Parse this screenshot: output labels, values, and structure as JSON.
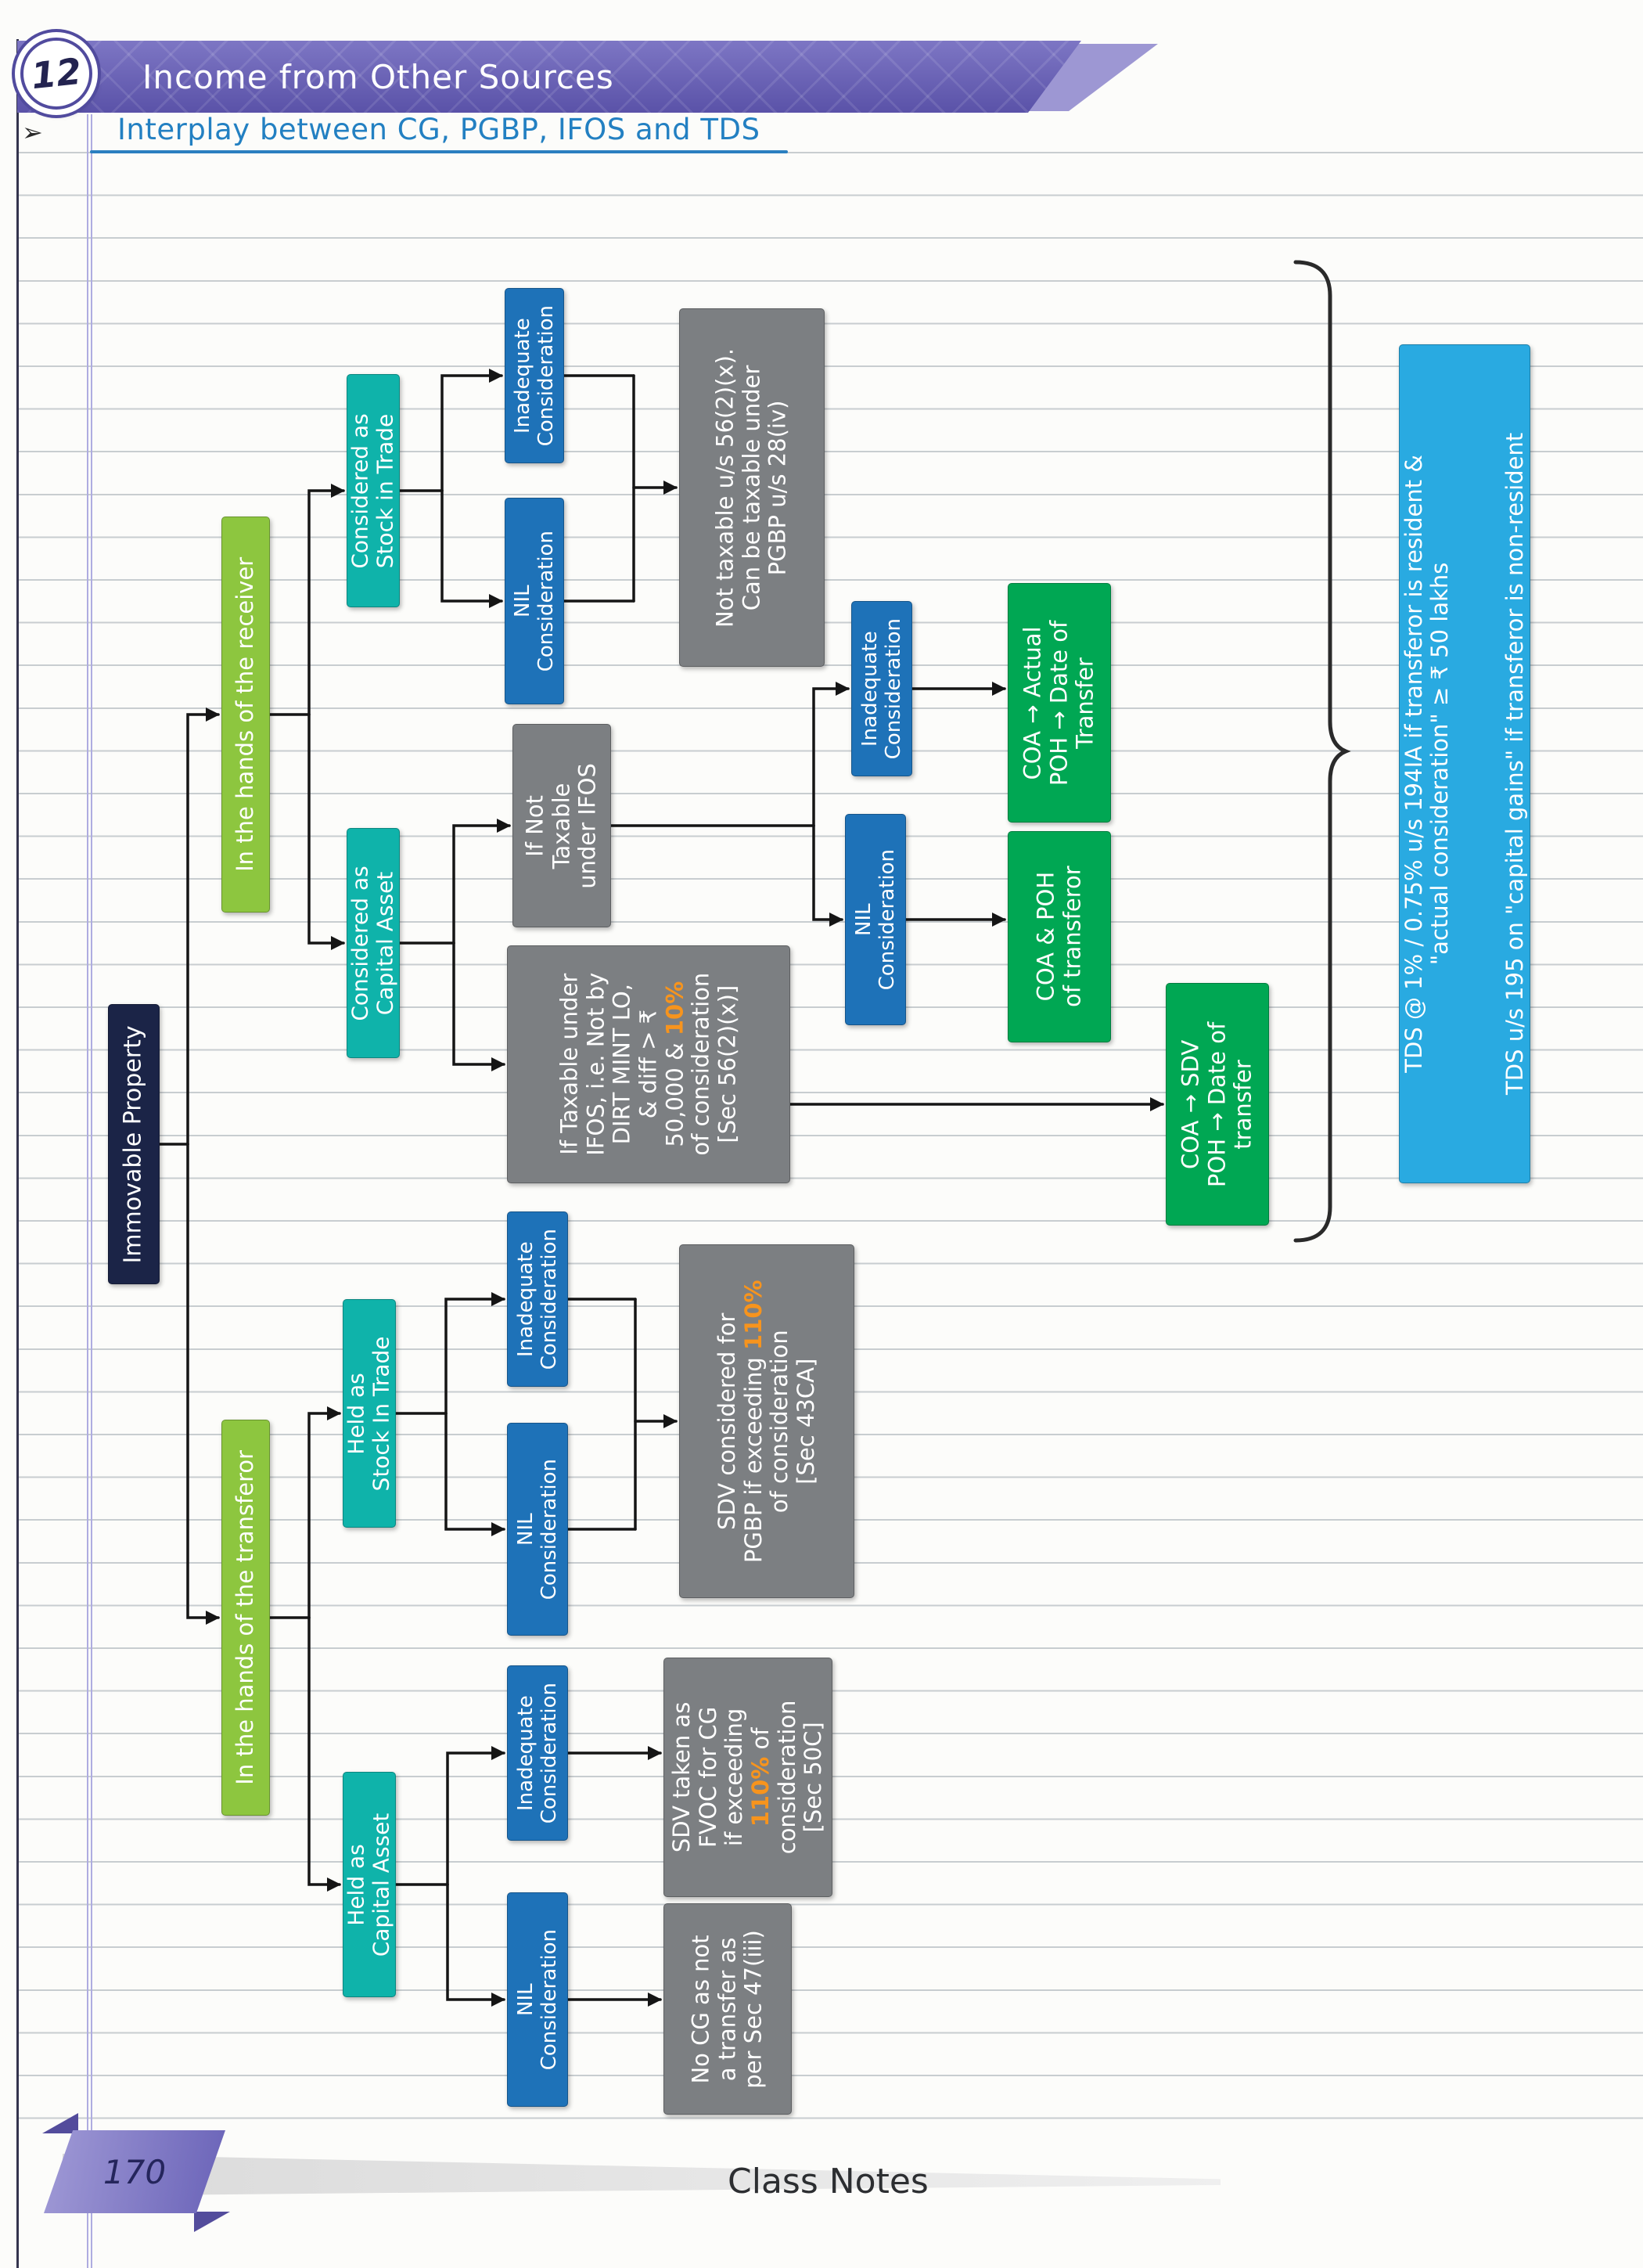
{
  "header": {
    "chapter_number": "12",
    "chapter_title": "Income from Other Sources",
    "bullet": "➢",
    "section_heading": "Interplay between CG, PGBP, IFOS and TDS"
  },
  "footer": {
    "page_number": "170",
    "label": "Class Notes"
  },
  "palette": {
    "banner_purple": "#6a62b8",
    "navy": "#1b2447",
    "lime_green": "#8dc63f",
    "teal": "#0fb3aa",
    "blue": "#1e72b8",
    "gray": "#7c7f82",
    "green": "#00a753",
    "sky_blue": "#29aae1",
    "orange_highlight": "#f7941d",
    "heading_blue": "#2380c2"
  },
  "flowchart": {
    "root": "Immovable Property",
    "receiver_branch": "In the hands of the receiver",
    "transferor_branch": "In the hands of the transferor",
    "receiver_stock": "Considered as\nStock in Trade",
    "receiver_capital": "Considered as\nCapital Asset",
    "inadequate_consideration": "Inadequate\nConsideration",
    "nil_consideration": "NIL\nConsideration",
    "receiver_stock_result": "Not taxable u/s 56(2)(x).\nCan be taxable under\nPGBP u/s 28(iv)",
    "if_not_taxable": "If Not\nTaxable\nunder IFOS",
    "if_taxable": {
      "pre": "If Taxable under\nIFOS, i.e. Not by\nDIRT MINT LO,\n& diff > ₹\n50,000 & ",
      "highlight": "10%",
      "post": "\nof consideration\n[Sec 56(2)(x)]"
    },
    "coa_actual": "COA → Actual\nPOH → Date of\nTransfer",
    "coa_poh": "COA & POH\nof transferor",
    "coa_sdv": "COA → SDV\nPOH → Date of\ntransfer",
    "held_stock": "Held as\nStock In Trade",
    "held_capital": "Held as\nCapital Asset",
    "sec43ca": {
      "pre": "SDV considered for\nPGBP if exceeding ",
      "highlight": "110%",
      "post": "\nof consideration\n[Sec 43CA]"
    },
    "sec50c": {
      "pre": "SDV taken as\nFVOC for CG\nif exceeding\n",
      "highlight": "110%",
      "post": " of\nconsideration\n[Sec 50C]"
    },
    "sec47": "No CG as not\na transfer as\nper Sec 47(iii)",
    "tds": {
      "line1": "TDS @ 1% / 0.75% u/s 194IA if transferor is resident &\n\"actual consideration\" ≥ ₹ 50 lakhs",
      "line2": "TDS u/s 195 on \"capital gains\" if transferor is non-resident"
    }
  }
}
